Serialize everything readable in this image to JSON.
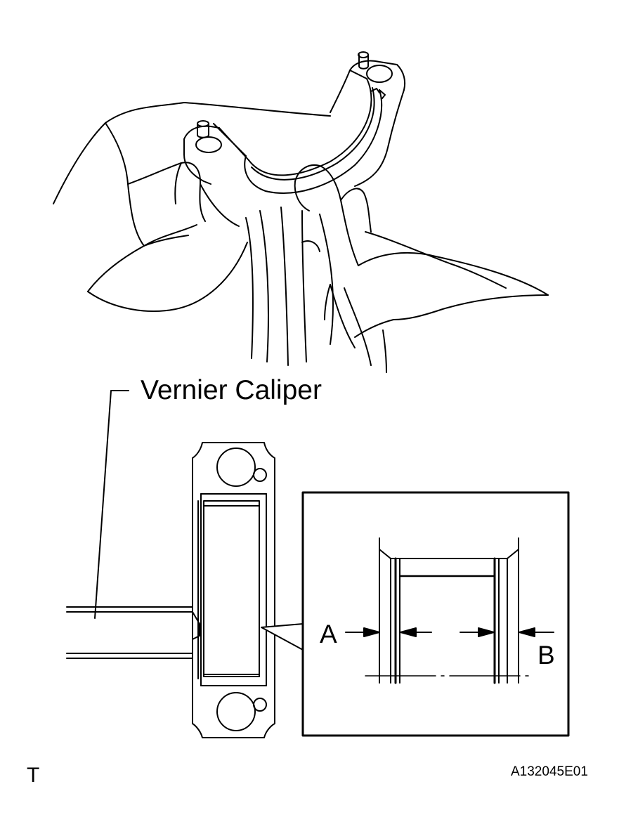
{
  "labels": {
    "callout": "Vernier Caliper",
    "dim_a": "A",
    "dim_b": "B",
    "corner_mark": "T",
    "figure_id": "A132045E01"
  },
  "colors": {
    "line": "#000000",
    "background": "#ffffff"
  }
}
